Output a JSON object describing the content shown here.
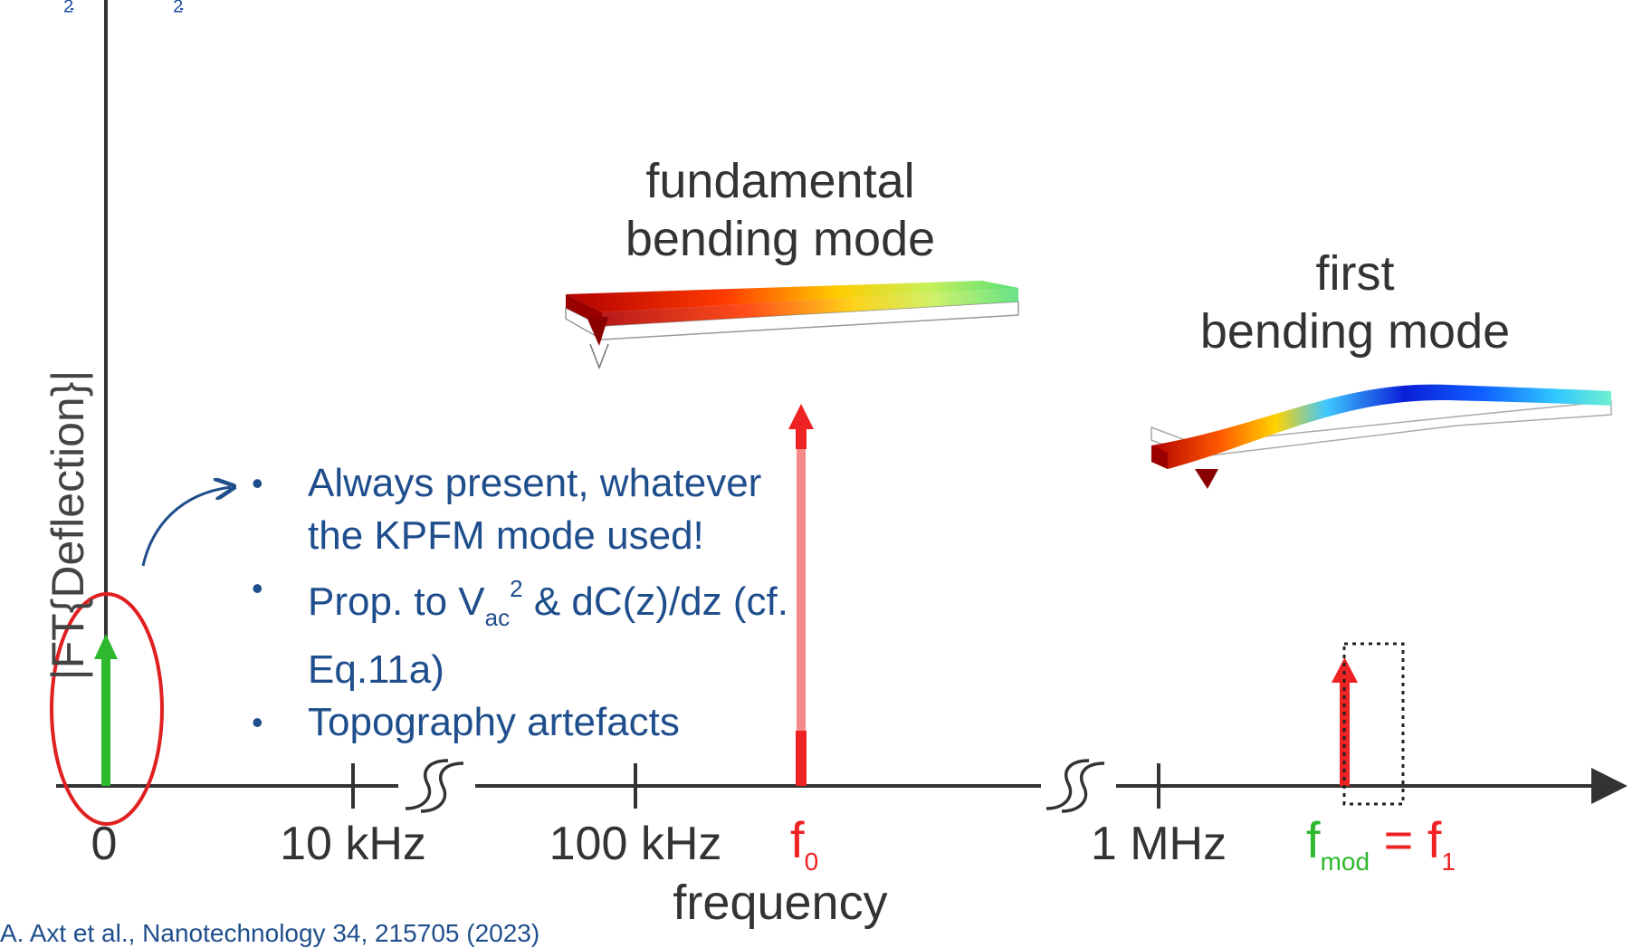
{
  "top_link": {
    "parts": [
      "",
      "2",
      "",
      "2",
      ""
    ]
  },
  "axes": {
    "y_label": "|FT{Deflection}|",
    "x_label": "frequency",
    "ticks": [
      "0",
      "10 kHz",
      "100 kHz",
      "1 MHz"
    ]
  },
  "peaks": {
    "f0": {
      "main": "f",
      "sub": "0"
    },
    "fmod": {
      "main": "f",
      "sub": "mod",
      "eq": " = ",
      "f1_main": "f",
      "f1_sub": "1"
    }
  },
  "modes": {
    "fundamental": {
      "line1": "fundamental",
      "line2": "bending mode"
    },
    "first": {
      "line1": "first",
      "line2": "bending mode"
    }
  },
  "bullets": {
    "b1": "Always present, whatever the KPFM mode used!",
    "b2_pre": "Prop. to V",
    "b2_sub": "ac",
    "b2_sup": "2",
    "b2_post": " & dC(z)/dz (cf.",
    "b2_line2": "Eq.11a)",
    "b3": "Topography artefacts"
  },
  "citation": "A. Axt et al., Nanotechnology 34, 215705 (2023)",
  "colors": {
    "red": "#ee2222",
    "pink": "#f58a8a",
    "green": "#2db82d",
    "text_blue": "#1f4e8c",
    "axis": "#333333"
  }
}
